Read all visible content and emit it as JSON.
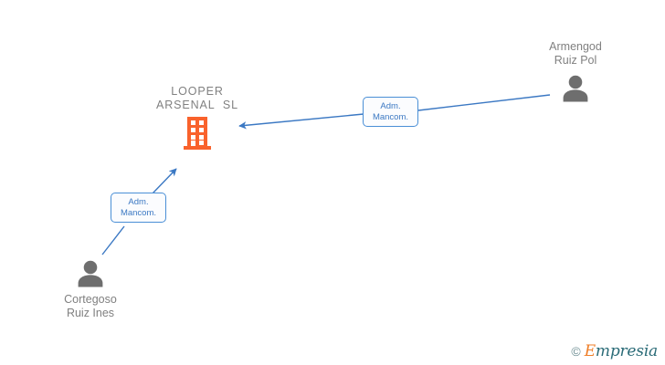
{
  "diagram": {
    "type": "company-relationship-graph",
    "background_color": "#ffffff",
    "edge_color": "#3b78c3",
    "company_color": "#f9622c",
    "person_color": "#6e6e6e",
    "label_color": "#808080"
  },
  "company": {
    "name_line1": "LOOPER",
    "name_line2": "ARSENAL  SL",
    "icon": "building-icon"
  },
  "people": [
    {
      "id": "armengod-ruiz-pol",
      "name_line1": "Armengod",
      "name_line2": "Ruiz Pol",
      "icon": "person-icon"
    },
    {
      "id": "cortegoso-ruiz-ines",
      "name_line1": "Cortegoso",
      "name_line2": "Ruiz Ines",
      "icon": "person-icon"
    }
  ],
  "relations": [
    {
      "id": "relation-armengod",
      "from": "armengod-ruiz-pol",
      "to": "looper-arsenal-sl",
      "line1": "Adm.",
      "line2": "Mancom."
    },
    {
      "id": "relation-cortegoso",
      "from": "cortegoso-ruiz-ines",
      "to": "looper-arsenal-sl",
      "line1": "Adm.",
      "line2": "Mancom."
    }
  ],
  "watermark": {
    "copyright": "©",
    "brand_initial": "E",
    "brand_rest": "mpresia"
  }
}
